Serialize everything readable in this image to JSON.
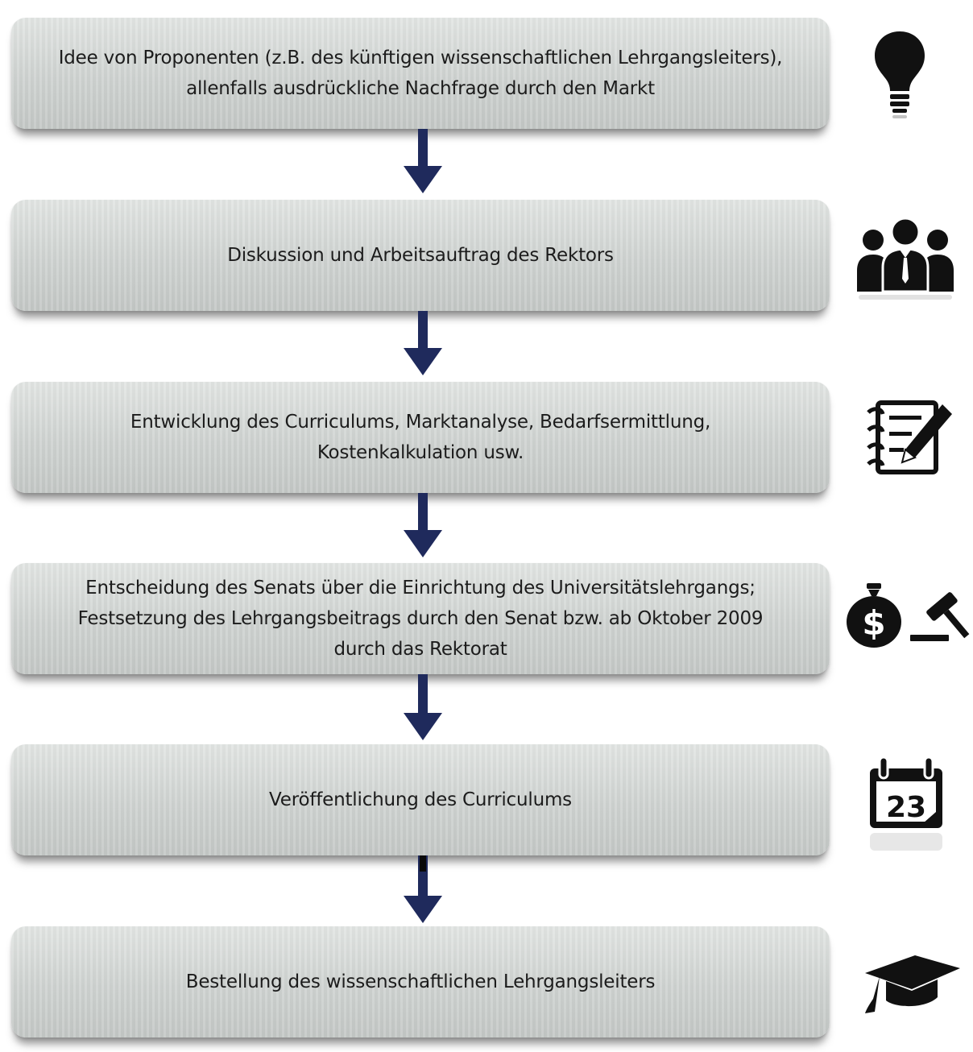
{
  "steps": [
    {
      "lines": [
        "Idee von Proponenten (z.B. des künftigen wissenschaftlichen Lehrgangsleiters),",
        "allenfalls ausdrückliche Nachfrage durch den Markt"
      ],
      "icon": "lightbulb-icon"
    },
    {
      "lines": [
        "Diskussion und Arbeitsauftrag des Rektors"
      ],
      "icon": "people-group-icon"
    },
    {
      "lines": [
        "Entwicklung des Curriculums, Marktanalyse, Bedarfsermittlung,",
        "Kostenkalkulation usw."
      ],
      "icon": "notepad-pencil-icon"
    },
    {
      "lines": [
        "Entscheidung des Senats über die Einrichtung des Universitätslehrgangs;",
        "Festsetzung des Lehrgangsbeitrags durch den Senat bzw. ab Oktober 2009",
        "durch das Rektorat"
      ],
      "icon": "moneybag-gavel-icon"
    },
    {
      "lines": [
        "Veröffentlichung des Curriculums"
      ],
      "icon": "calendar-icon",
      "icon_text": "23"
    },
    {
      "lines": [
        "Bestellung des wissenschaftlichen Lehrgangsleiters"
      ],
      "icon": "graduation-cap-icon"
    }
  ],
  "colors": {
    "arrow": "#1f2a5c",
    "icon": "#111111",
    "box": "#d3d6d4"
  }
}
